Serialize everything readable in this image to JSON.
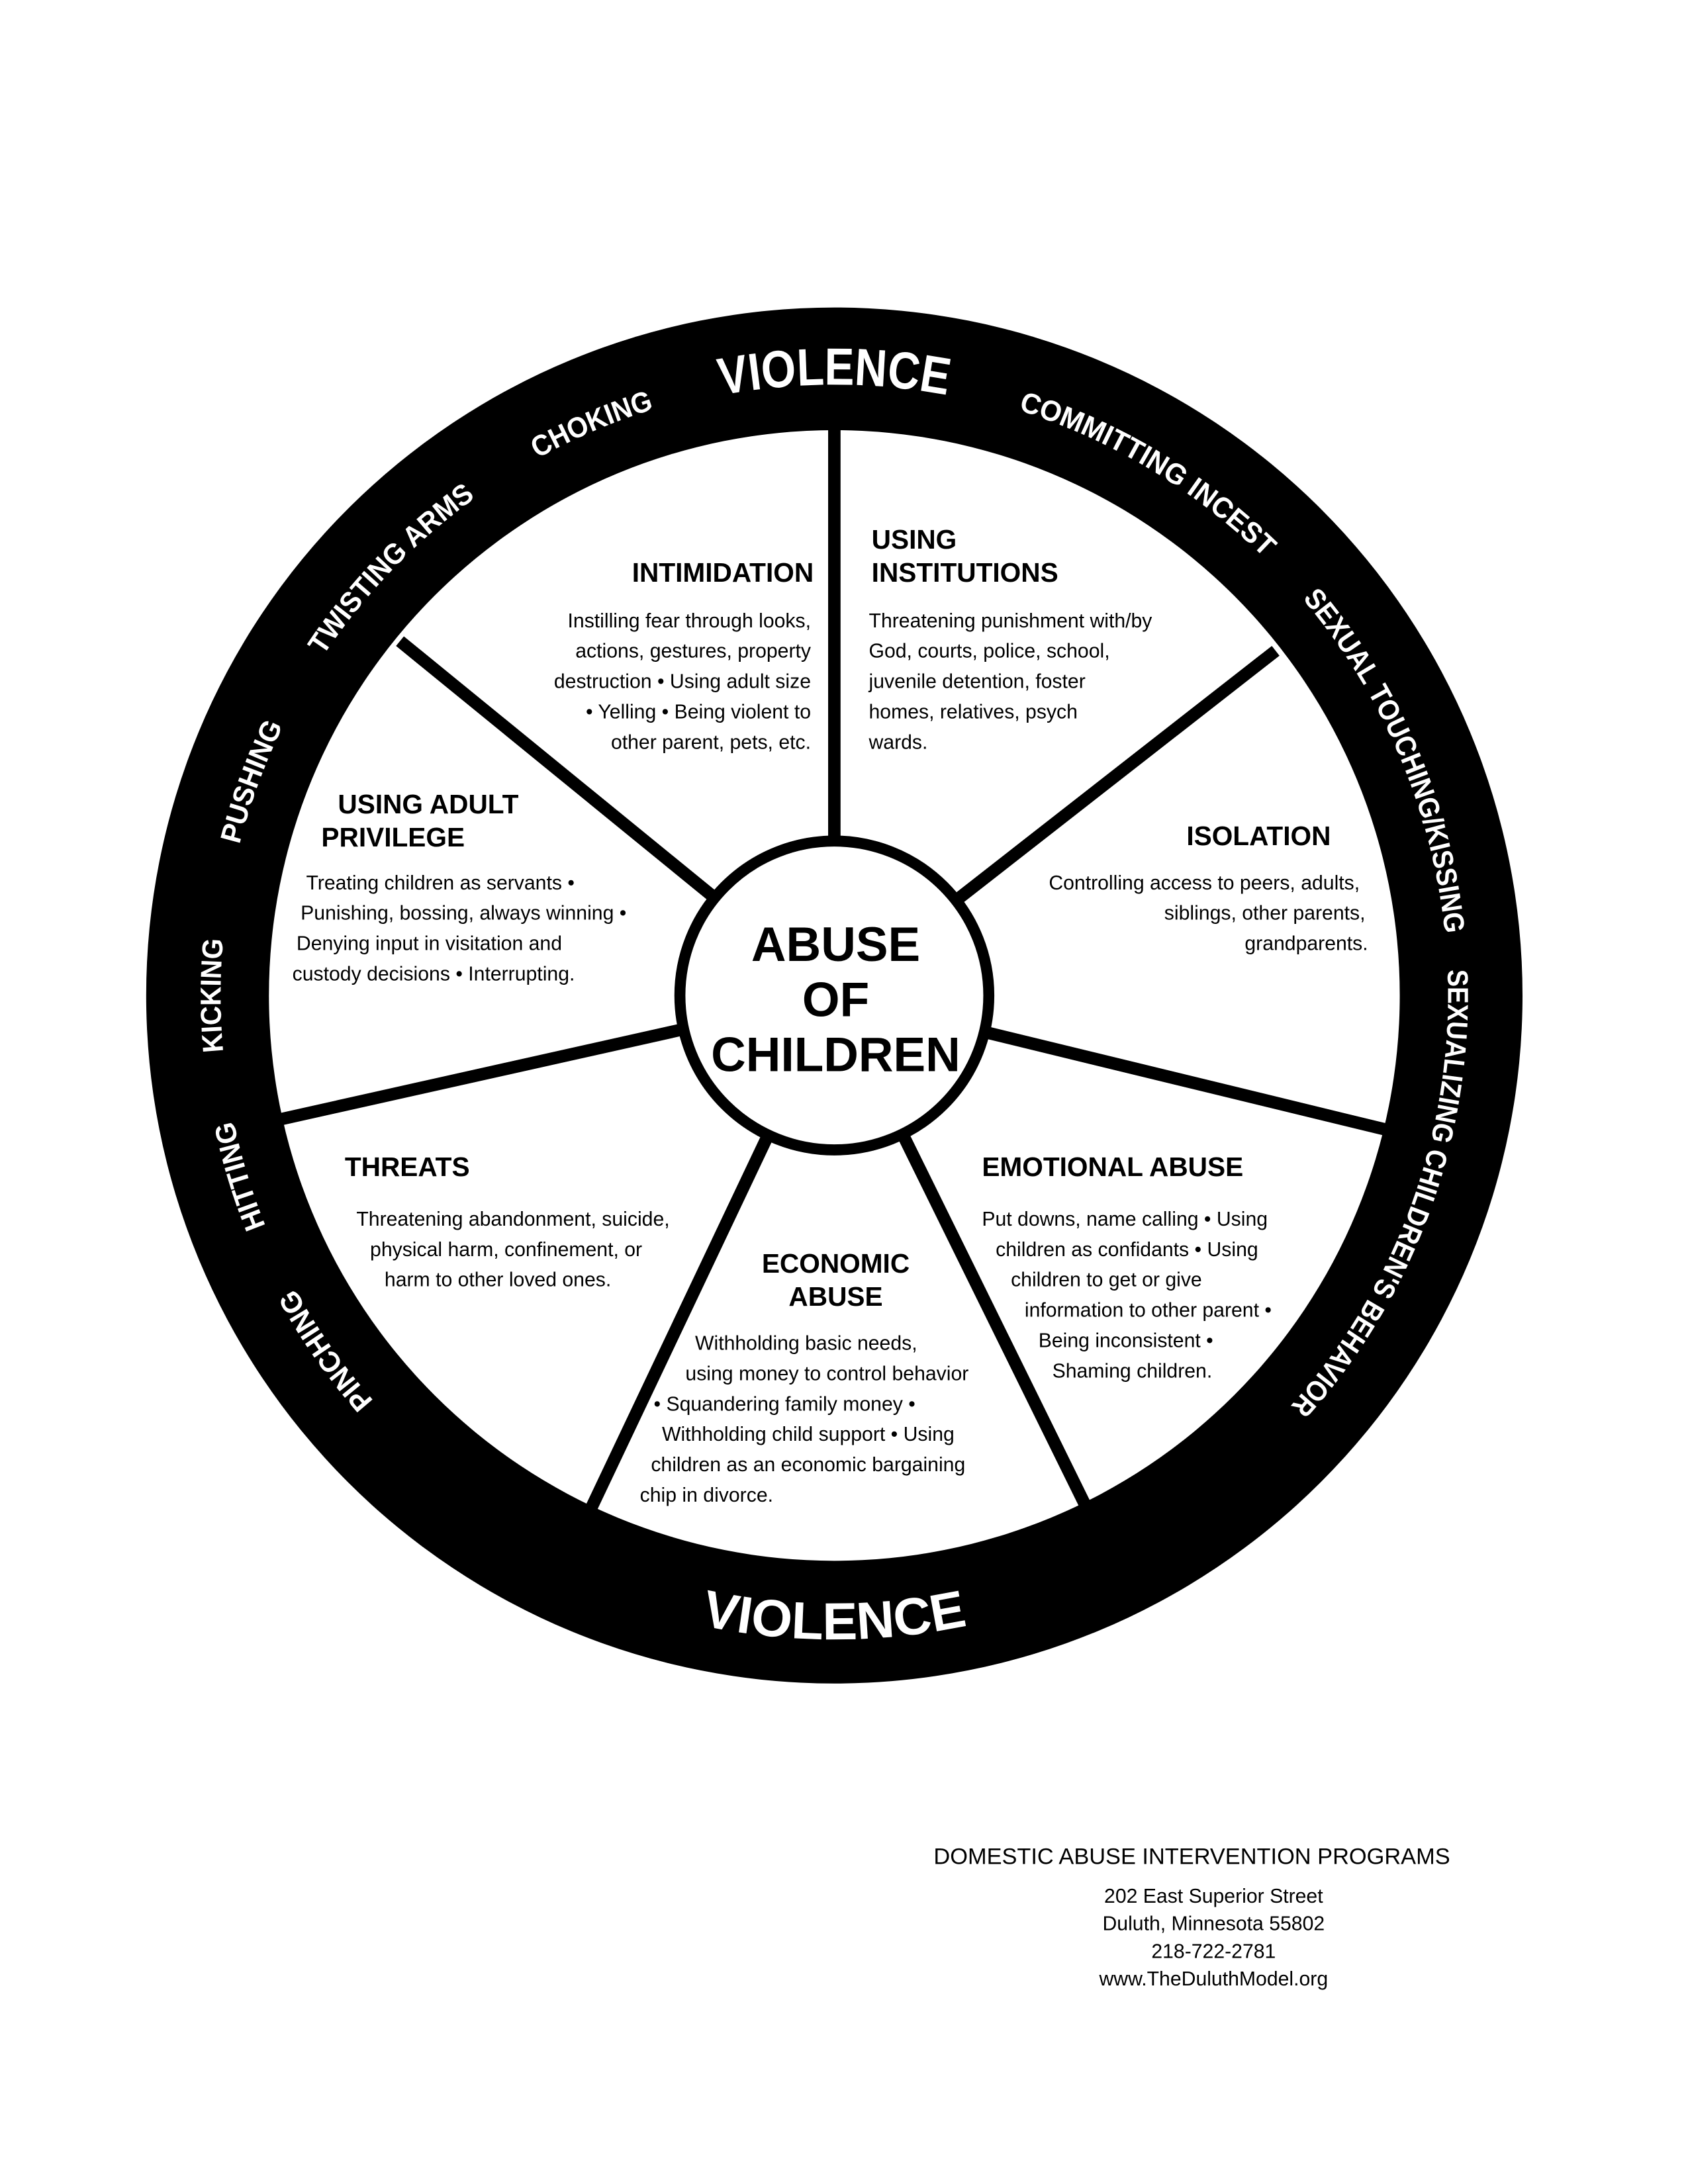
{
  "wheel": {
    "center_label": [
      "ABUSE",
      "OF",
      "CHILDREN"
    ],
    "ring": {
      "top": "VIOLENCE",
      "bottom": "VIOLENCE",
      "words": [
        "CHOKING",
        "TWISTING ARMS",
        "PUSHING",
        "KICKING",
        "HITTING",
        "PINCHING",
        "COMMITTING INCEST",
        "SEXUAL TOUCHING/KISSING",
        "SEXUALIZING CHILDREN'S BEHAVIOR"
      ]
    },
    "sections": {
      "intimidation": {
        "title": [
          "INTIMIDATION"
        ],
        "body": [
          "Instilling fear through looks,",
          "actions, gestures, property",
          "destruction • Using adult size",
          "• Yelling • Being violent to",
          "other parent, pets, etc."
        ]
      },
      "using_institutions": {
        "title": [
          "USING",
          "INSTITUTIONS"
        ],
        "body": [
          "Threatening punishment with/by",
          "God, courts, police, school,",
          "juvenile detention, foster",
          "homes, relatives, psych",
          "wards."
        ]
      },
      "using_adult_privilege": {
        "title": [
          "USING ADULT",
          "PRIVILEGE"
        ],
        "body": [
          "Treating children as servants •",
          "Punishing, bossing, always winning •",
          "Denying input in visitation and",
          "custody decisions • Interrupting."
        ]
      },
      "isolation": {
        "title": [
          "ISOLATION"
        ],
        "body": [
          "Controlling access to peers, adults,",
          "siblings, other parents,",
          "grandparents."
        ]
      },
      "threats": {
        "title": [
          "THREATS"
        ],
        "body": [
          "Threatening abandonment, suicide,",
          "physical harm, confinement, or",
          "harm to other loved ones."
        ]
      },
      "emotional_abuse": {
        "title": [
          "EMOTIONAL ABUSE"
        ],
        "body": [
          "Put downs, name calling • Using",
          "children as confidants • Using",
          "children to get or give",
          "information to other parent •",
          "Being inconsistent •",
          "Shaming children."
        ]
      },
      "economic_abuse": {
        "title": [
          "ECONOMIC",
          "ABUSE"
        ],
        "body": [
          "Withholding basic needs,",
          "using money to control behavior",
          "• Squandering family money •",
          "Withholding child support • Using",
          "children as an economic bargaining",
          "chip in divorce."
        ]
      }
    }
  },
  "footer": {
    "org": "DOMESTIC ABUSE INTERVENTION PROGRAMS",
    "lines": [
      "202 East Superior Street",
      "Duluth, Minnesota 55802",
      "218-722-2781",
      "www.TheDuluthModel.org"
    ]
  },
  "colors": {
    "ink": "#000000",
    "paper": "#ffffff"
  }
}
